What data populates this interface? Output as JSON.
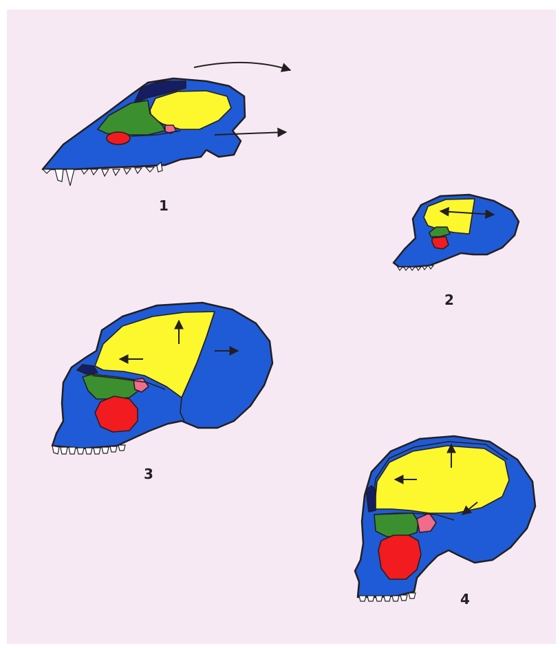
{
  "figure": {
    "labels": [
      "1",
      "2",
      "3",
      "4"
    ],
    "colors": {
      "background": "#f6e9f3",
      "skull": "#1f5bd6",
      "yellow_region": "#fdf72e",
      "green_region": "#3b8f2f",
      "red_region": "#f21b20",
      "pink_region": "#f06b8c",
      "navy_region": "#151d63",
      "outline": "#231f20",
      "teeth": "#ffffff"
    }
  }
}
